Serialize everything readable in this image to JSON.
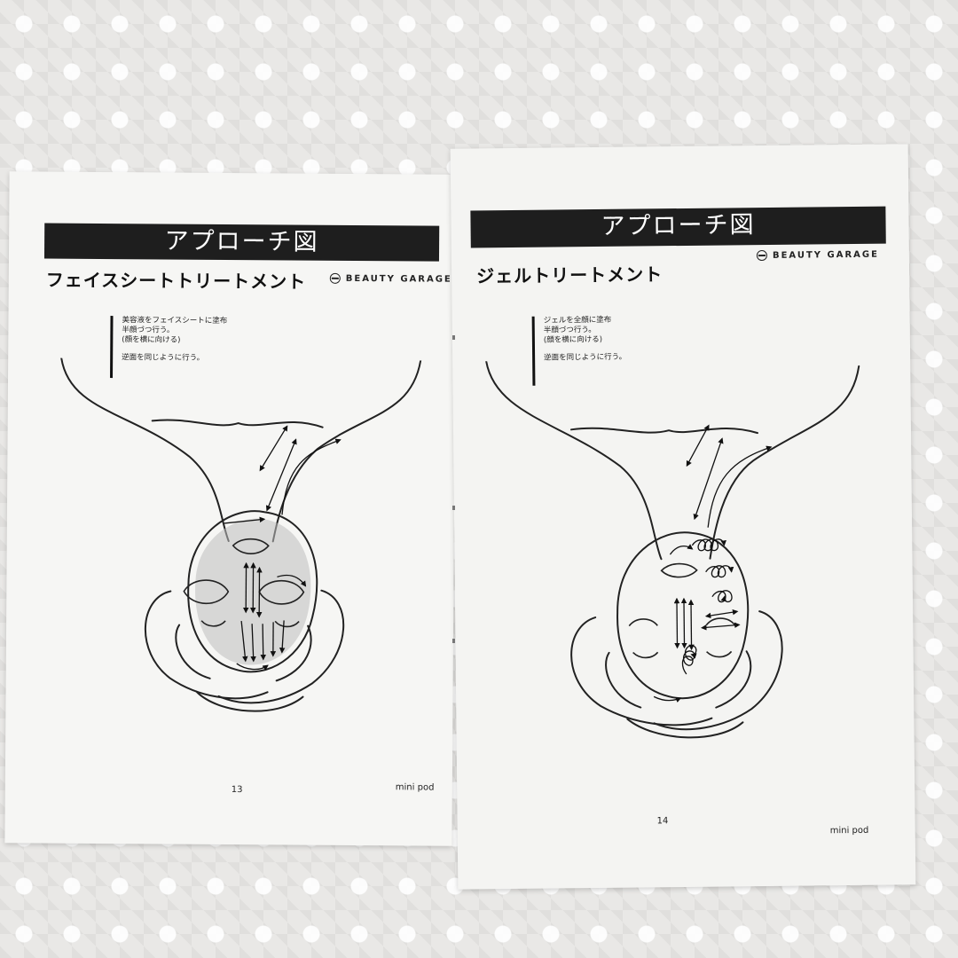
{
  "left_page": {
    "banner": "アプローチ図",
    "subtitle": "フェイスシートトリートメント",
    "brand": "BEAUTY GARAGE",
    "instructions": [
      "美容液をフェイスシートに塗布",
      "半顔づつ行う。",
      "(顔を横に向ける)",
      "逆面を同じように行う。"
    ],
    "page_number": "13",
    "footer": "mini pod"
  },
  "right_page": {
    "banner": "アプローチ図",
    "subtitle": "ジェルトリートメント",
    "brand": "BEAUTY GARAGE",
    "instructions": [
      "ジェルを全顔に塗布",
      "半顔づつ行う。",
      "(顔を横に向ける)",
      "逆面を同じように行う。"
    ],
    "page_number": "14",
    "footer": "mini pod"
  },
  "icons": {
    "brand_mark": "beauty-garage-logo-icon"
  },
  "colors": {
    "banner_bg": "#1e1e1e",
    "page_bg": "#f6f6f4",
    "ink": "#222222"
  }
}
